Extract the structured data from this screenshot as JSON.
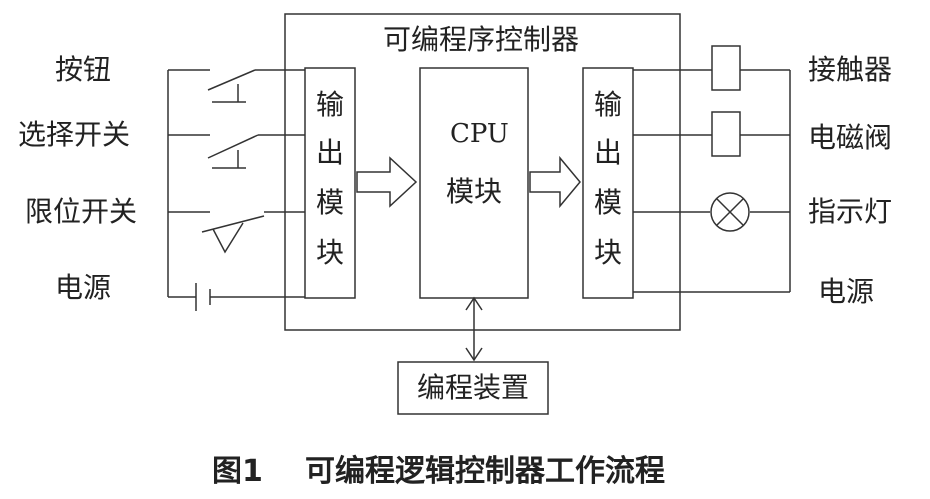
{
  "title": "可编程序控制器",
  "inputs": [
    "按钮",
    "选择开关",
    "限位开关",
    "电源"
  ],
  "outputs": [
    "接触器",
    "电磁阀",
    "指示灯",
    "电源"
  ],
  "input_module": [
    "输",
    "出",
    "模",
    "块"
  ],
  "cpu": {
    "line1": "CPU",
    "line2": "模块"
  },
  "output_module": [
    "输",
    "出",
    "模",
    "块"
  ],
  "programmer": "编程装置",
  "caption": {
    "fig": "图1",
    "text": "可编程逻辑控制器工作流程"
  },
  "colors": {
    "line": "#333333",
    "background": "#ffffff"
  }
}
